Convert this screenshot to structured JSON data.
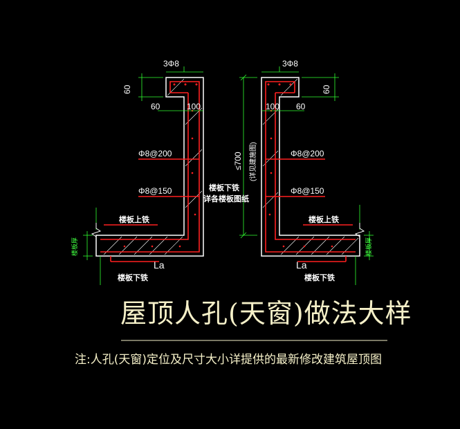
{
  "left": {
    "top_bar": "3Φ8",
    "dim_60_v": "60",
    "dim_60_h": "60",
    "dim_100": "100",
    "rebar_1": "Φ8@200",
    "rebar_2": "Φ8@150",
    "slab_top": "楼板上铁",
    "slab_bottom": "楼板下铁",
    "thickness": "楼板厚",
    "la": "La"
  },
  "right": {
    "top_bar": "3Φ8",
    "dim_60_v": "60",
    "dim_60_h": "60",
    "dim_100": "100",
    "rebar_1": "Φ8@200",
    "rebar_2": "Φ8@150",
    "slab_top": "楼板上铁",
    "slab_bottom": "楼板下铁",
    "thickness": "楼板厚",
    "la": "La"
  },
  "center": {
    "height_dim": "≤700",
    "height_note": "(详见建施图)",
    "note_1": "楼板下铁",
    "note_2": "详各楼板图纸"
  },
  "title": "屋顶人孔(天窗)做法大样",
  "footnote": "注:人孔(天窗)定位及尺寸大小详提供的最新修改建筑屋顶图",
  "colors": {
    "background": "#000000",
    "concrete": "#ffffff",
    "rebar": "#ff2020",
    "dimension": "#30ff30",
    "text": "#ffffff",
    "title": "#f5f0c8",
    "label_green": "#40ff40"
  }
}
